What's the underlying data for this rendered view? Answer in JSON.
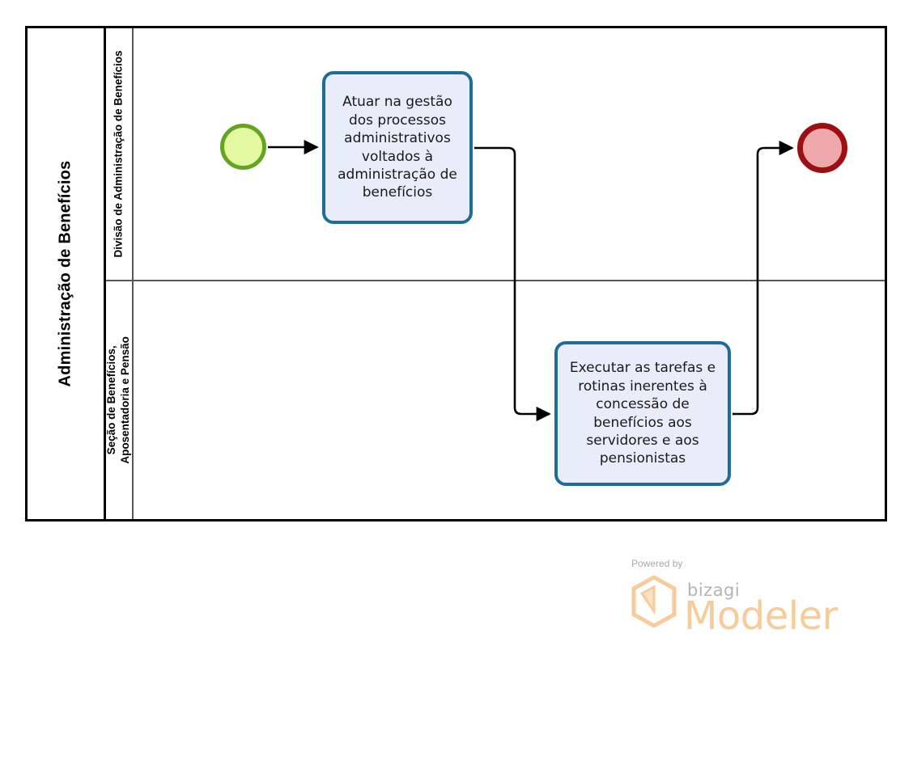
{
  "diagram": {
    "type": "bpmn-process-diagram",
    "pool": {
      "name": "Administração de Benefícios",
      "lanes": [
        {
          "name": "Divisão de Administração de Benefícios"
        },
        {
          "name": "Seção de Benefícios, Aposentadoria e Pensão"
        }
      ]
    },
    "events": {
      "start": {
        "name": "start-event",
        "fill": "#E4F8A2",
        "stroke": "#63A521"
      },
      "end": {
        "name": "end-event",
        "fill": "#EFA9AC",
        "stroke": "#9C1014"
      }
    },
    "tasks": [
      {
        "id": "task-1",
        "label": "Atuar na gestão dos processos administrativos voltados à administração de benefícios",
        "lane": "Divisão de Administração de Benefícios"
      },
      {
        "id": "task-2",
        "label": "Executar as tarefas e rotinas inerentes à concessão de benefícios aos servidores e aos pensionistas",
        "lane": "Seção de Benefícios, Aposentadoria e Pensão"
      }
    ],
    "sequence_flows": [
      {
        "id": "flow-1",
        "from": "start-event",
        "to": "task-1"
      },
      {
        "id": "flow-2",
        "from": "task-1",
        "to": "task-2"
      },
      {
        "id": "flow-3",
        "from": "task-2",
        "to": "end-event"
      }
    ],
    "colors": {
      "task_fill": "#E9EDFA",
      "task_border": "#1F6C99",
      "pool_border": "#000000",
      "lane_border": "#565656",
      "flow_line": "#000000"
    }
  },
  "watermark": {
    "powered_by": "Powered by",
    "brand": "bizagi",
    "product": "Modeler",
    "brand_color": "#F8CB9A"
  }
}
